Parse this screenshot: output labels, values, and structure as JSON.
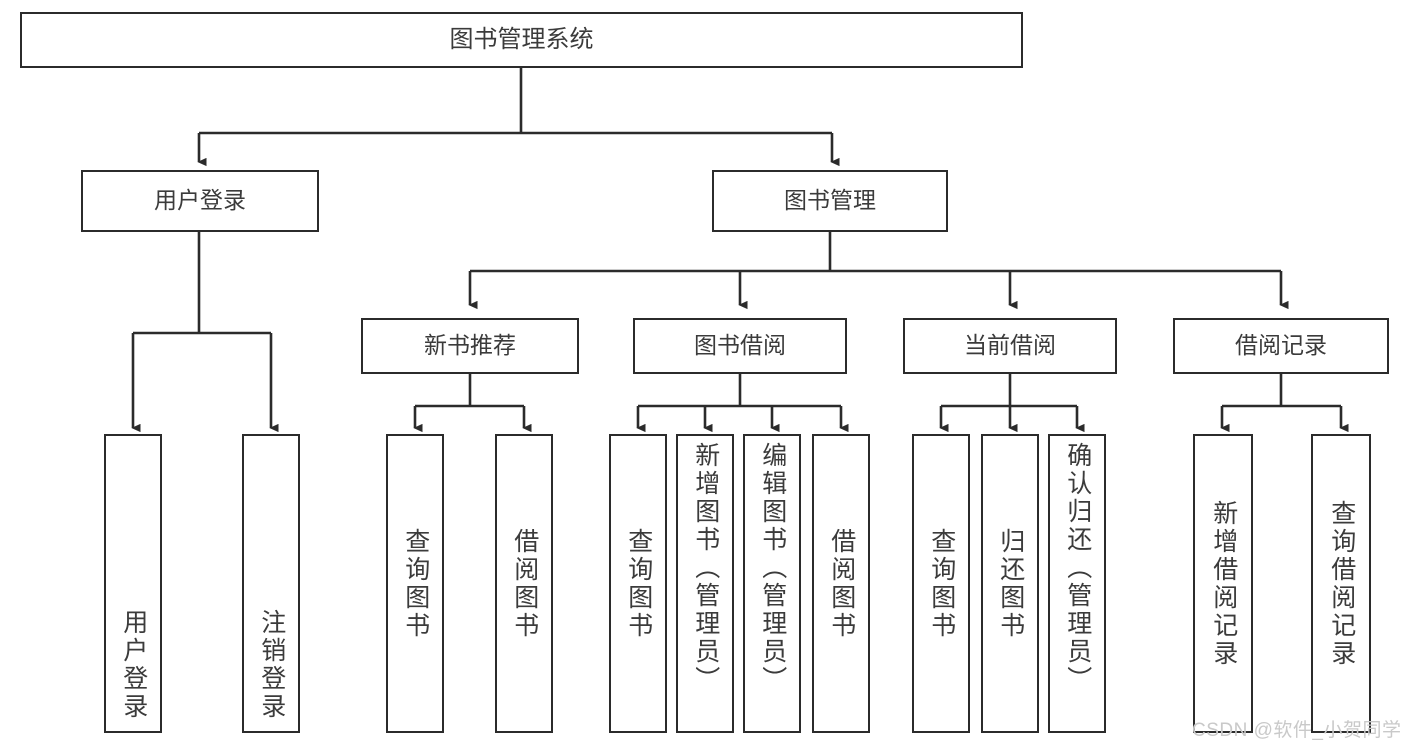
{
  "diagram": {
    "type": "tree",
    "title": "图书管理系统",
    "root": {
      "label": "图书管理系统"
    },
    "level1": [
      {
        "label": "用户登录"
      },
      {
        "label": "图书管理"
      }
    ],
    "level2": [
      {
        "label": "新书推荐"
      },
      {
        "label": "图书借阅"
      },
      {
        "label": "当前借阅"
      },
      {
        "label": "借阅记录"
      }
    ],
    "leaves": {
      "user_login": [
        {
          "label": "用户登录"
        },
        {
          "label": "注销登录"
        }
      ],
      "new_book_recommend": [
        {
          "label": "查询图书"
        },
        {
          "label": "借阅图书"
        }
      ],
      "book_borrow": [
        {
          "label": "查询图书"
        },
        {
          "label": "新增图书（管理员）"
        },
        {
          "label": "编辑图书（管理员）"
        },
        {
          "label": "借阅图书"
        }
      ],
      "current_borrow": [
        {
          "label": "查询图书"
        },
        {
          "label": "归还图书"
        },
        {
          "label": "确认归还（管理员）"
        }
      ],
      "borrow_record": [
        {
          "label": "新增借阅记录"
        },
        {
          "label": "查询借阅记录"
        }
      ]
    },
    "colors": {
      "stroke": "#2b2b2b",
      "text": "#3b3b3b",
      "background": "#ffffff",
      "watermark": "#c9c9c9"
    }
  },
  "watermark": {
    "text": "CSDN @软件_小贺同学"
  }
}
